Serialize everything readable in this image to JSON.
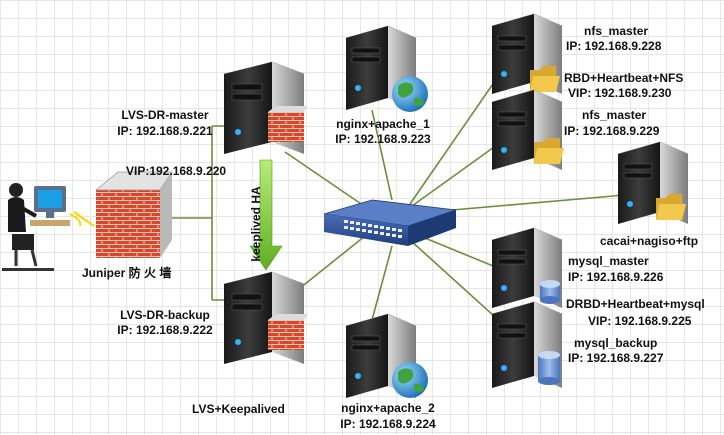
{
  "nodes": {
    "lvs_master": {
      "name": "LVS-DR-master",
      "ip": "IP: 192.168.9.221"
    },
    "vip": "VIP:192.168.9.220",
    "ha_arrow": "keeplived HA",
    "lvs_backup": {
      "name": "LVS-DR-backup",
      "ip": "IP: 192.168.9.222"
    },
    "lvs_group": "LVS+Keepalived",
    "firewall": "Juniper 防 火 墙",
    "web1": {
      "name": "nginx+apache_1",
      "ip": "IP: 192.168.9.223"
    },
    "web2": {
      "name": "nginx+apache_2",
      "ip": "IP: 192.168.9.224"
    },
    "nfs_master": {
      "name": "nfs_master",
      "ip": "IP: 192.168.9.228"
    },
    "nfs_ha": {
      "name": "RBD+Heartbeat+NFS",
      "vip": "VIP: 192.168.9.230"
    },
    "nfs_second": {
      "name": "nfs_master",
      "ip": "IP: 192.168.9.229"
    },
    "cacti": {
      "name": "cacai+nagiso+ftp"
    },
    "mysql_master": {
      "name": "mysql_master",
      "ip": "IP: 192.168.9.226"
    },
    "mysql_ha": {
      "name": "DRBD+Heartbeat+mysql",
      "vip": "VIP: 192.168.9.225"
    },
    "mysql_backup": {
      "name": "mysql_backup",
      "ip": "IP: 192.168.9.227"
    }
  },
  "colors": {
    "link": "#6e8e3a",
    "server_dark": "#2b2b2b",
    "server_light": "#9a9a9a",
    "brick": "#d9472b",
    "switch": "#2f4f8f",
    "ha_arrow": "#7fd13b",
    "folder": "#f2c94c",
    "database": "#6f93cf"
  }
}
